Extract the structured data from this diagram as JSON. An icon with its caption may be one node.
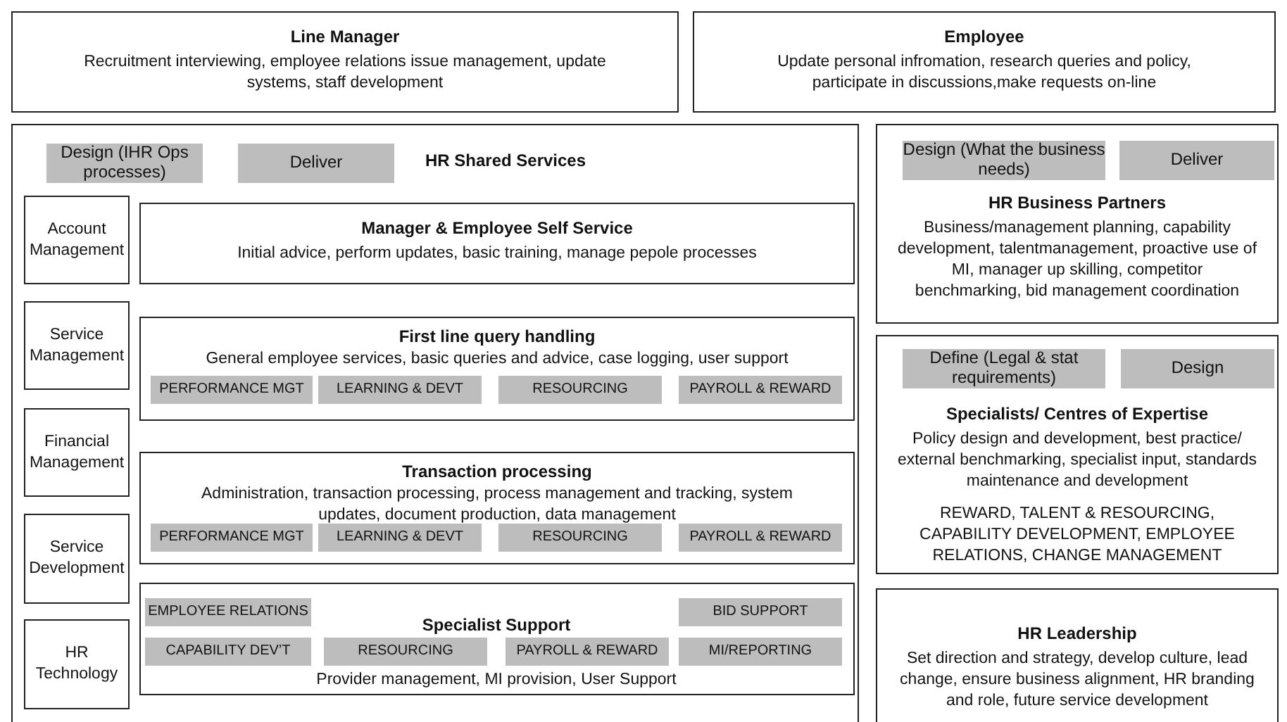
{
  "diagram": {
    "nodes": [
      {
        "text": [
          "Line Manager",
          "Recruitment interviewing, employee relations issue management, update systems, staff development"
        ]
      },
      {
        "text": [
          "Employee",
          "Update personal infromation, research queries and policy, participate in discussions,make requests on-line"
        ]
      },
      {
        "text": [
          "HR Shared Services"
        ]
      },
      {
        "text": [
          "Design (IHR Ops processes)"
        ],
        "in": 2
      },
      {
        "text": [
          "Deliver"
        ],
        "in": 2
      },
      {
        "text": [
          "Account Management"
        ],
        "in": 2
      },
      {
        "text": [
          "Manager & Employee Self Service",
          "Initial advice, perform updates, basic training, manage pepole processes"
        ],
        "in": 2
      },
      {
        "text": [
          "Service Management"
        ],
        "in": 2
      },
      {
        "text": [
          "First line query handling",
          "General employee services, basic queries and advice, case logging, user support"
        ],
        "in": 2
      },
      {
        "text": [
          "PERFORMANCE MGT"
        ],
        "in": 8
      },
      {
        "text": [
          "LEARNING & DEVT"
        ],
        "in": 8
      },
      {
        "text": [
          "RESOURCING"
        ],
        "in": 8
      },
      {
        "text": [
          "PAYROLL & REWARD"
        ],
        "in": 8
      },
      {
        "text": [
          "Financial Management"
        ],
        "in": 2
      },
      {
        "text": [
          "Transaction processing",
          "Administration, transaction processing, process management and tracking, system updates, document production, data management"
        ],
        "in": 2
      },
      {
        "text": [
          "PERFORMANCE MGT"
        ],
        "in": 14
      },
      {
        "text": [
          "LEARNING & DEVT"
        ],
        "in": 14
      },
      {
        "text": [
          "RESOURCING"
        ],
        "in": 14
      },
      {
        "text": [
          "PAYROLL & REWARD"
        ],
        "in": 14
      },
      {
        "text": [
          "Service Development"
        ],
        "in": 2
      },
      {
        "text": [
          "Specialist Support",
          "Provider management, MI provision, User Support"
        ],
        "in": 2
      },
      {
        "text": [
          "EMPLOYEE RELATIONS"
        ],
        "in": 20
      },
      {
        "text": [
          "BID SUPPORT"
        ],
        "in": 20
      },
      {
        "text": [
          "CAPABILITY DEV’T"
        ],
        "in": 20
      },
      {
        "text": [
          "RESOURCING"
        ],
        "in": 20
      },
      {
        "text": [
          "PAYROLL & REWARD"
        ],
        "in": 20
      },
      {
        "text": [
          "MI/REPORTING"
        ],
        "in": 20
      },
      {
        "text": [
          "HR Technology"
        ],
        "in": 2
      },
      {
        "text": [
          "HR Business Partners",
          "Business/management planning, capability development, talentmanagement, proactive use of MI, manager up skilling, competitor benchmarking, bid management coordination"
        ]
      },
      {
        "text": [
          "Design (What the business needs)"
        ],
        "in": 28
      },
      {
        "text": [
          "Deliver"
        ],
        "in": 28
      },
      {
        "text": [
          "Specialists/ Centres of Expertise",
          "Policy design and development, best practice/ external benchmarking, specialist input, standards maintenance and development",
          "REWARD, TALENT & RESOURCING, CAPABILITY DEVELOPMENT, EMPLOYEE RELATIONS, CHANGE MANAGEMENT"
        ]
      },
      {
        "text": [
          "Define (Legal & stat requirements)"
        ],
        "in": 31
      },
      {
        "text": [
          "Design"
        ],
        "in": 31
      },
      {
        "text": [
          "HR Leadership",
          "Set direction and strategy, develop culture, lead change, ensure business alignment, HR branding and role, future service development"
        ]
      }
    ]
  }
}
